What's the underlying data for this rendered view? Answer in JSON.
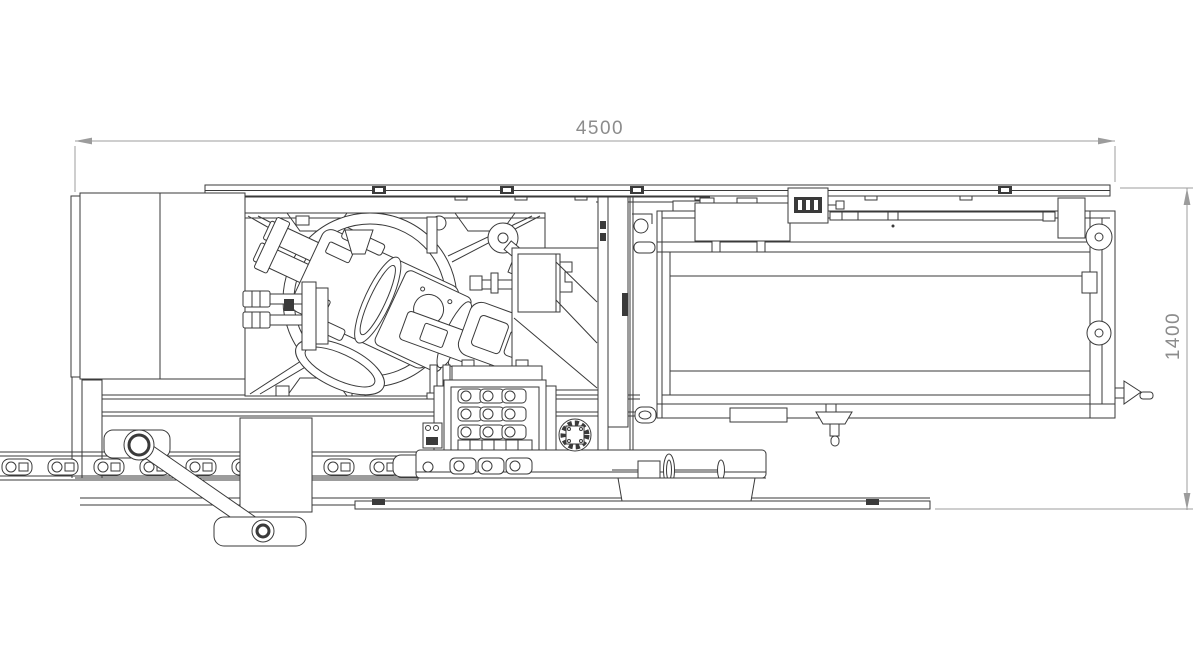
{
  "drawing": {
    "kind": "technical-cad-top-view",
    "background": "#ffffff",
    "line_color": "#3a3a3a",
    "dimension_line_color": "#9c9c9c",
    "dimension_text_color": "#8c8c8c",
    "dimensions": {
      "width": {
        "value": "4500",
        "orientation": "horizontal",
        "position": "top"
      },
      "depth": {
        "value": "1400",
        "orientation": "vertical",
        "position": "right"
      }
    },
    "components": [
      "top-guide-rail",
      "left-cabinet",
      "rotary-plate",
      "tilted-gearbox-assembly",
      "hose-fittings",
      "chip-hopper",
      "vertical-column",
      "roller-grid",
      "conveyor-table",
      "table-end-rollers",
      "clamp-handwheel",
      "cable-chain",
      "pivot-arm",
      "base-frame",
      "bottom-rail",
      "drive-motor",
      "hand-crank",
      "gear-coupling"
    ]
  }
}
